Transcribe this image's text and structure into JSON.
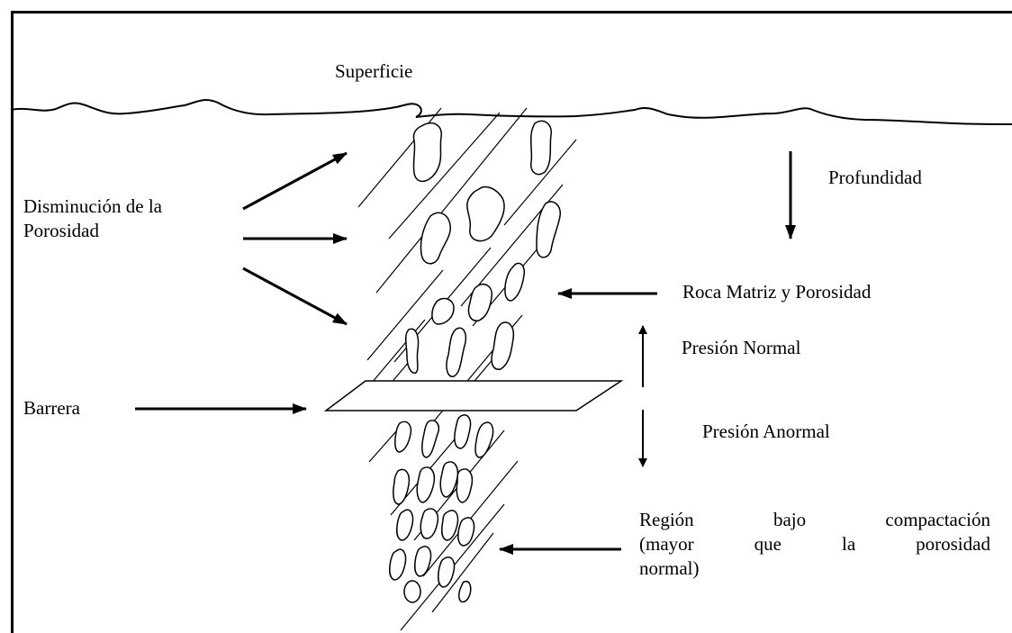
{
  "labels": {
    "surface": "Superficie",
    "porosity_decrease_line1": "Disminución de la",
    "porosity_decrease_line2": "Porosidad",
    "depth": "Profundidad",
    "matrix_rock": "Roca Matriz y Porosidad",
    "normal_pressure": "Presión Normal",
    "abnormal_pressure": "Presión Anormal",
    "barrier": "Barrera",
    "region": {
      "row1": [
        "Región",
        "bajo",
        "compactación"
      ],
      "row2": [
        "(mayor",
        "que",
        "la",
        "porosidad"
      ],
      "row3": [
        "normal)"
      ]
    }
  },
  "colors": {
    "ink": "#000000",
    "background": "#ffffff"
  }
}
